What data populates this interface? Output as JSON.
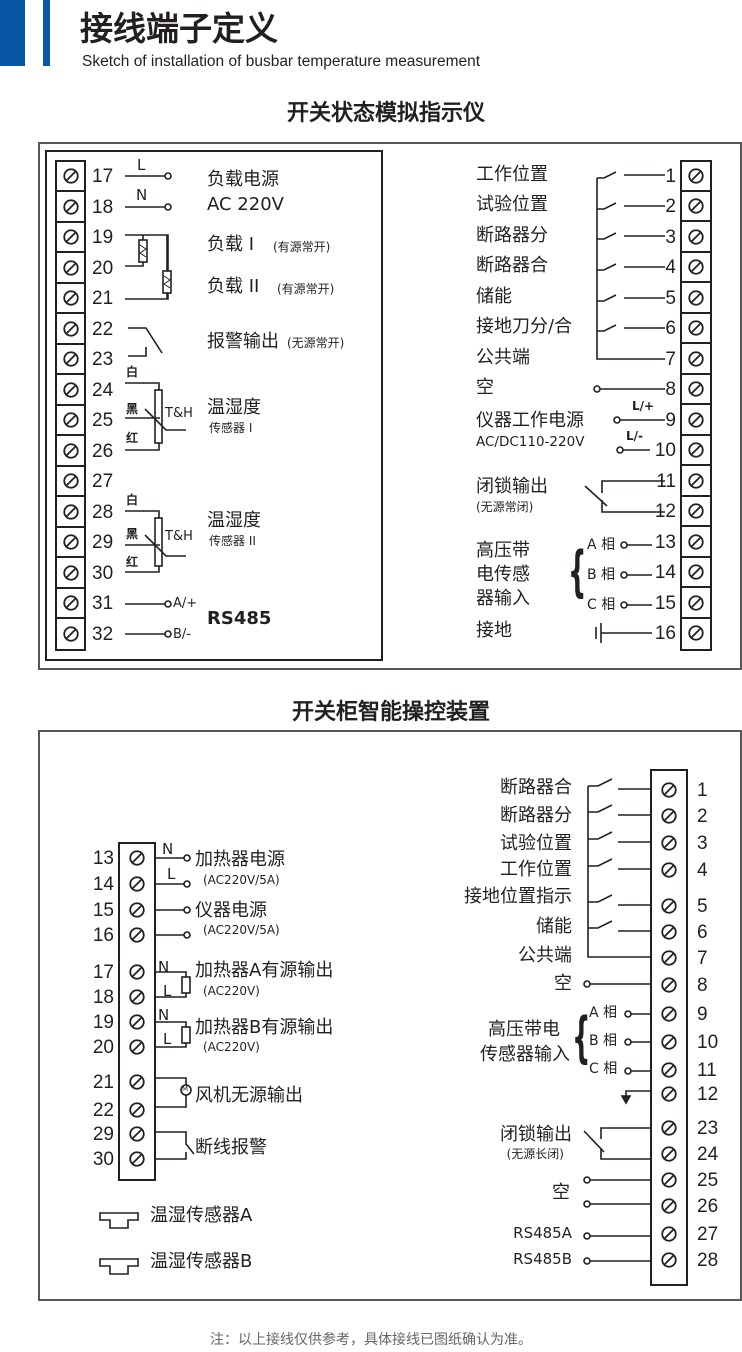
{
  "header": {
    "title": "接线端子定义",
    "subtitle": "Sketch of installation of busbar temperature measurement",
    "accent_color": "#0a56a6"
  },
  "panel1": {
    "title": "开关状态模拟指示仪",
    "left_terminals": [
      "17",
      "18",
      "19",
      "20",
      "21",
      "22",
      "23",
      "24",
      "25",
      "26",
      "27",
      "28",
      "29",
      "30",
      "31",
      "32"
    ],
    "right_terminals": [
      "1",
      "2",
      "3",
      "4",
      "5",
      "6",
      "7",
      "8",
      "9",
      "10",
      "11",
      "12",
      "13",
      "14",
      "15",
      "16"
    ],
    "left": {
      "wire_L": "L",
      "wire_N": "N",
      "load_power": "负载电源",
      "load_power_voltage": "AC 220V",
      "load1": "负载 I",
      "load1_note": "(有源常开)",
      "load2": "负载 II",
      "load2_note": "(有源常开)",
      "alarm": "报警输出",
      "alarm_note": "(无源常开)",
      "white": "白",
      "black": "黑",
      "red": "红",
      "th": "T&H",
      "sensor1": "温湿度",
      "sensor1_sub": "传感器 I",
      "sensor2": "温湿度",
      "sensor2_sub": "传感器 II",
      "a_plus": "A/+",
      "b_minus": "B/-",
      "rs485": "RS485"
    },
    "right": {
      "work_position": "工作位置",
      "test_position": "试验位置",
      "breaker_open": "断路器分",
      "breaker_close": "断路器合",
      "energy_storage": "储能",
      "earth_switch": "接地刀分/合",
      "common": "公共端",
      "empty": "空",
      "instrument_power": "仪器工作电源",
      "instrument_power_voltage": "AC/DC110-220V",
      "l_plus": "L/+",
      "l_minus": "L/-",
      "lock_output": "闭锁输出",
      "lock_note": "(无源常闭)",
      "hv_sensor": [
        "高压带",
        "电传感",
        "器输入"
      ],
      "phase_a": "A 相",
      "phase_b": "B 相",
      "phase_c": "C 相",
      "brace": "{",
      "ground": "接地"
    }
  },
  "panel2": {
    "title": "开关柜智能操控装置",
    "left_terminals": [
      "13",
      "14",
      "15",
      "16",
      "17",
      "18",
      "19",
      "20",
      "21",
      "22",
      "29",
      "30"
    ],
    "right_terminals": [
      "1",
      "2",
      "3",
      "4",
      "5",
      "6",
      "7",
      "8",
      "9",
      "10",
      "11",
      "12",
      "23",
      "24",
      "25",
      "26",
      "27",
      "28"
    ],
    "left": {
      "n": "N",
      "l": "L",
      "heater_power": "加热器电源",
      "heater_power_spec": "(AC220V/5A)",
      "instrument_power": "仪器电源",
      "instrument_power_spec": "(AC220V/5A)",
      "heater_a": "加热器A有源输出",
      "heater_a_spec": "(AC220V)",
      "heater_b": "加热器B有源输出",
      "heater_b_spec": "(AC220V)",
      "motor": "M",
      "fan": "风机无源输出",
      "break_alarm": "断线报警",
      "sensor_a": "温湿传感器A",
      "sensor_b": "温湿传感器B"
    },
    "right": {
      "breaker_close": "断路器合",
      "breaker_open": "断路器分",
      "test_position": "试验位置",
      "work_position": "工作位置",
      "earth_indicator": "接地位置指示",
      "energy_storage": "储能",
      "common": "公共端",
      "empty": "空",
      "hv_sensor": [
        "高压带电",
        "传感器输入"
      ],
      "phase_a": "A 相",
      "phase_b": "B 相",
      "phase_c": "C 相",
      "brace": "{",
      "lock_output": "闭锁输出",
      "lock_note": "(无源长闭)",
      "empty2": "空",
      "rs485a": "RS485A",
      "rs485b": "RS485B"
    }
  },
  "footer": {
    "note": "注：以上接线仅供参考，具体接线已图纸确认为准。"
  }
}
